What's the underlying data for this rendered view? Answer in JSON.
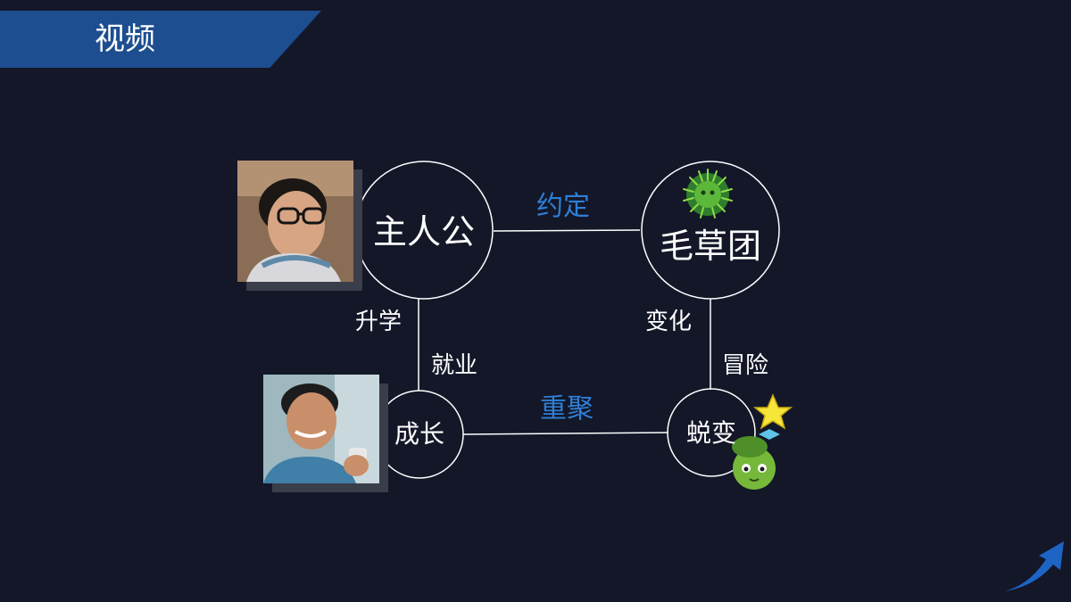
{
  "header": {
    "title": "视频"
  },
  "colors": {
    "background": "#131728",
    "banner": "#1d4e8f",
    "accent_text": "#2f7fd6",
    "line": "#ffffff"
  },
  "diagram": {
    "nodes": {
      "protagonist": "主人公",
      "grass_ball": "毛草团",
      "growth": "成长",
      "metamorphosis": "蜕变"
    },
    "edges": {
      "top": "约定",
      "bottom": "重聚",
      "left_a": "升学",
      "left_b": "就业",
      "right_a": "变化",
      "right_b": "冒险"
    }
  },
  "images": {
    "protagonist_young": "portrait-young-man-glasses",
    "protagonist_adult": "portrait-young-man-phone",
    "grass_ball_icon": "green-furry-ball",
    "creature_icon": "green-creature-with-star"
  }
}
